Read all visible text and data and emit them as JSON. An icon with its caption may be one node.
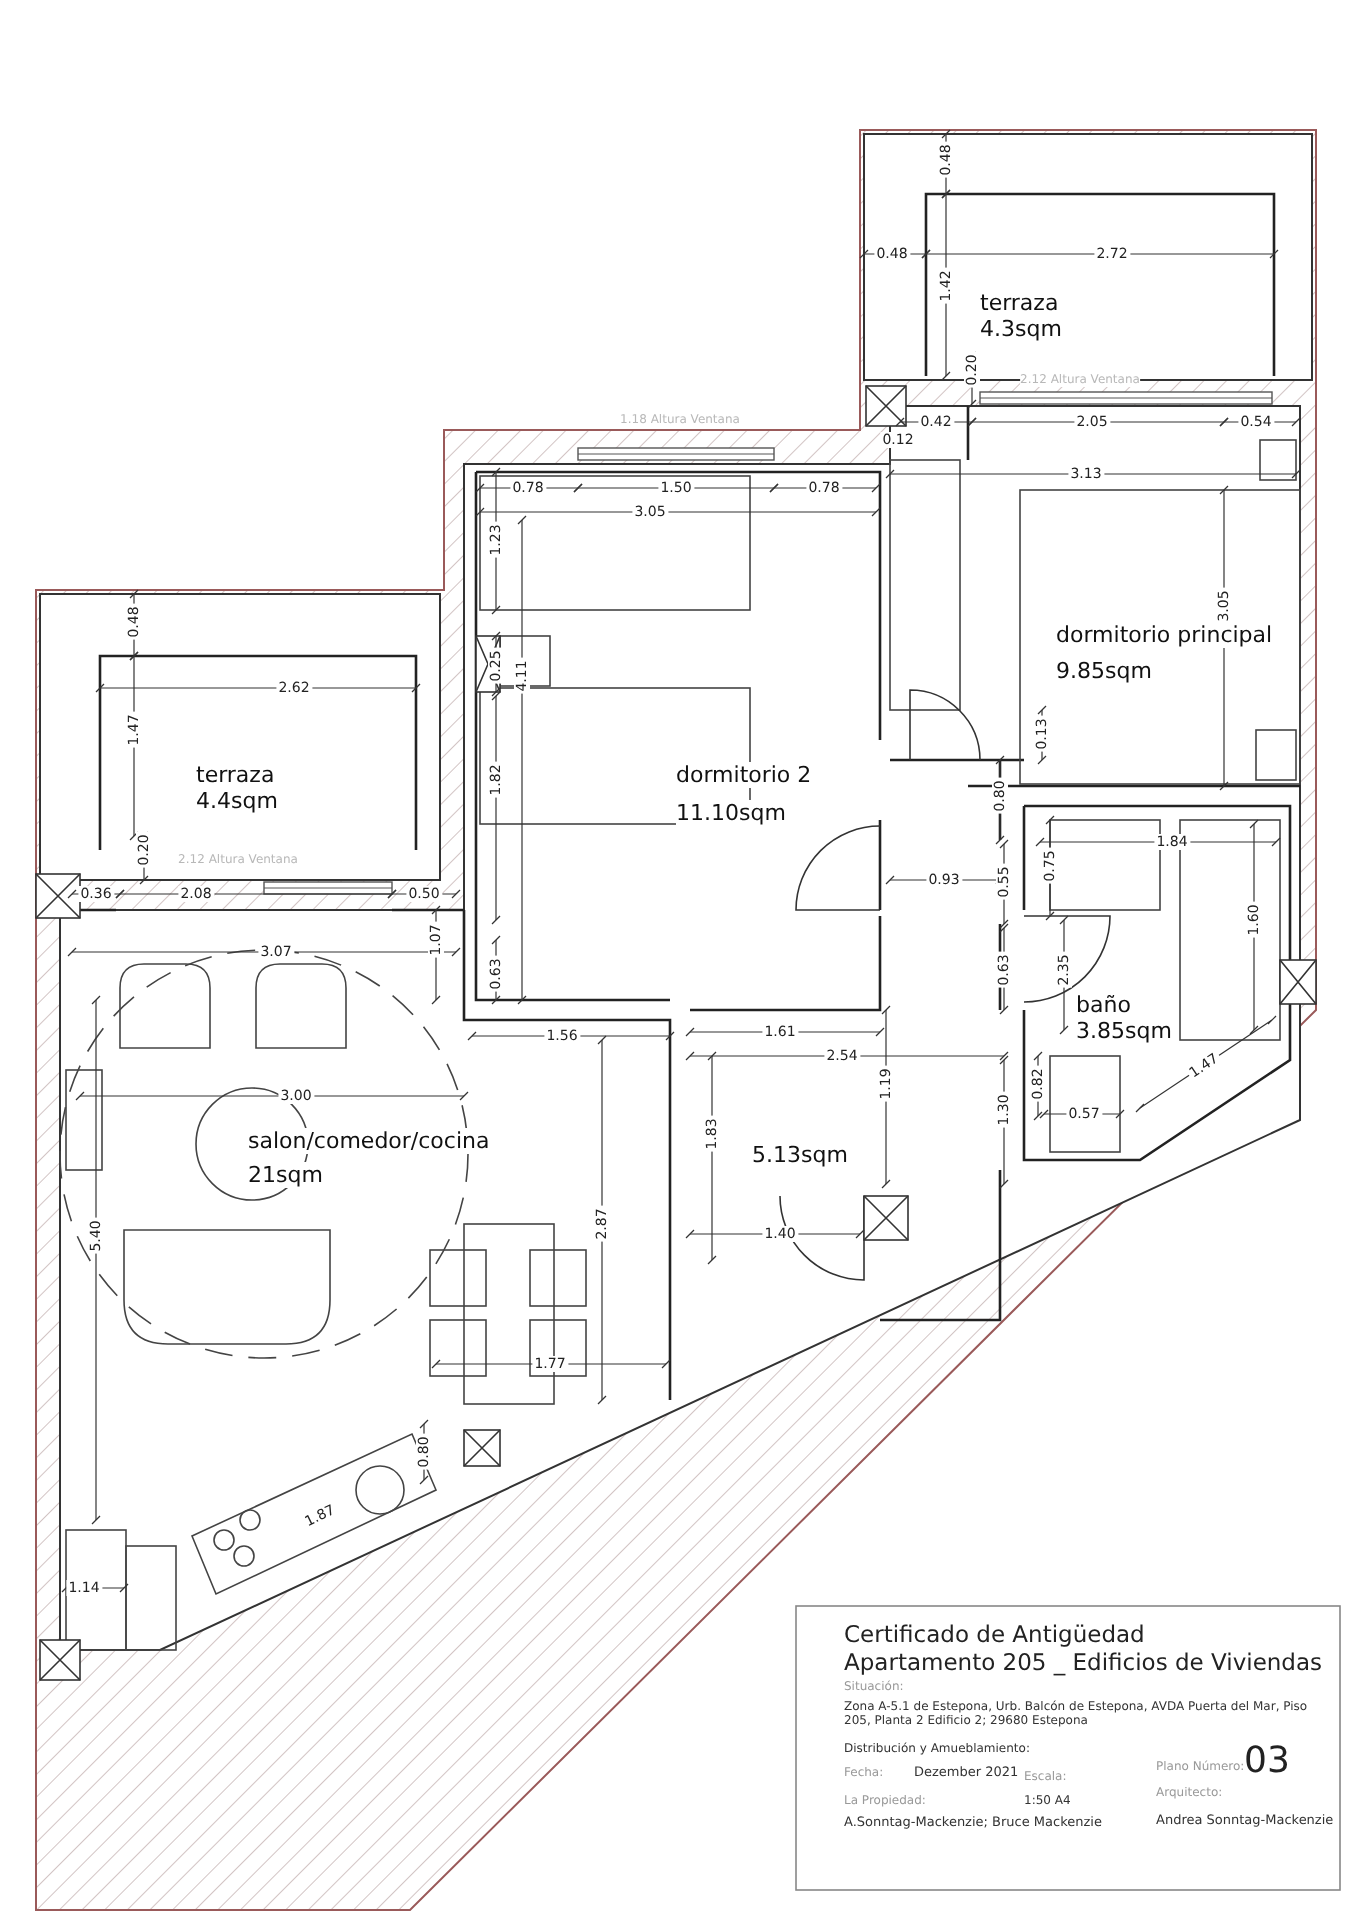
{
  "diagram": {
    "nodes": [
      {
        "text": [
          "terraza",
          "4.3sqm"
        ]
      },
      {
        "text": [
          "dormitorio principal",
          "9.85sqm"
        ]
      },
      {
        "text": [
          "dormitorio 2",
          "11.10sqm"
        ]
      },
      {
        "text": [
          "terraza",
          "4.4sqm"
        ]
      },
      {
        "text": [
          "salon/comedor/cocina",
          "21sqm"
        ]
      },
      {
        "text": [
          "baño",
          "3.85sqm"
        ]
      },
      {
        "text": [
          "5.13sqm"
        ]
      }
    ],
    "labels": [
      "0.48",
      "0.48",
      "2.72",
      "1.42",
      "0.20",
      "2.12 Altura Ventana",
      "0.42",
      "2.05",
      "0.54",
      "0.12",
      "1.18 Altura Ventana",
      "0.78",
      "1.50",
      "0.78",
      "3.13",
      "3.05",
      "1.23",
      "0.25",
      "4.11",
      "3.05",
      "0.48",
      "2.62",
      "1.47",
      "1.82",
      "0.13",
      "0.80",
      "0.20",
      "2.12 Altura Ventana",
      "0.36",
      "2.08",
      "0.50",
      "1.84",
      "0.93",
      "0.55",
      "0.75",
      "1.07",
      "3.07",
      "0.63",
      "0.63",
      "2.35",
      "1.60",
      "1.56",
      "1.61",
      "2.54",
      "1.47",
      "3.00",
      "1.19",
      "0.82",
      "0.57",
      "1.30",
      "1.83",
      "5.40",
      "2.87",
      "1.40",
      "1.77",
      "0.80",
      "1.87",
      "1.14",
      "Certificado de Antigüedad",
      "Apartamento 205 _ Edificios de Viviendas",
      "Situación:",
      "Zona A-5.1 de Estepona, Urb. Balcón de Estepona, AVDA Puerta del Mar, Piso 205, Planta 2 Edificio 2; 29680 Estepona",
      "Distribución y Amueblamiento:",
      "Fecha:",
      "Dezember 2021",
      "Escala:",
      "La Propiedad:",
      "1:50 A4",
      "A.Sonntag-Mackenzie; Bruce Mackenzie",
      "Plano Número:",
      "03",
      "Arquitecto:",
      "Andrea Sonntag-Mackenzie"
    ]
  }
}
